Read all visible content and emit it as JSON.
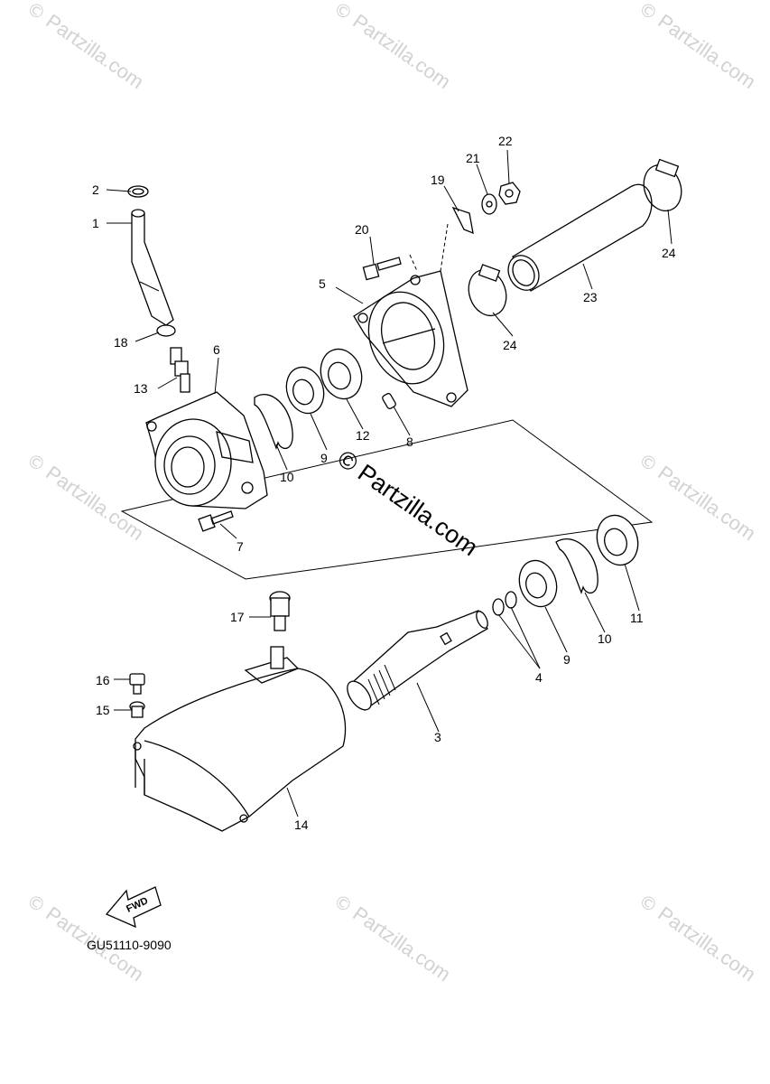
{
  "watermark": {
    "symbol": "©",
    "text": "Partzilla.com",
    "center_text": "© Partzilla.com"
  },
  "diagram_code": "GU51110-9090",
  "fwd_label": "FWD",
  "callouts": [
    "1",
    "2",
    "3",
    "4",
    "5",
    "6",
    "7",
    "8",
    "9",
    "9",
    "10",
    "10",
    "11",
    "12",
    "13",
    "14",
    "15",
    "16",
    "17",
    "18",
    "19",
    "20",
    "21",
    "22",
    "23",
    "24",
    "24"
  ],
  "colors": {
    "line": "#000000",
    "watermark": "#d2d2d2",
    "background": "#ffffff"
  }
}
